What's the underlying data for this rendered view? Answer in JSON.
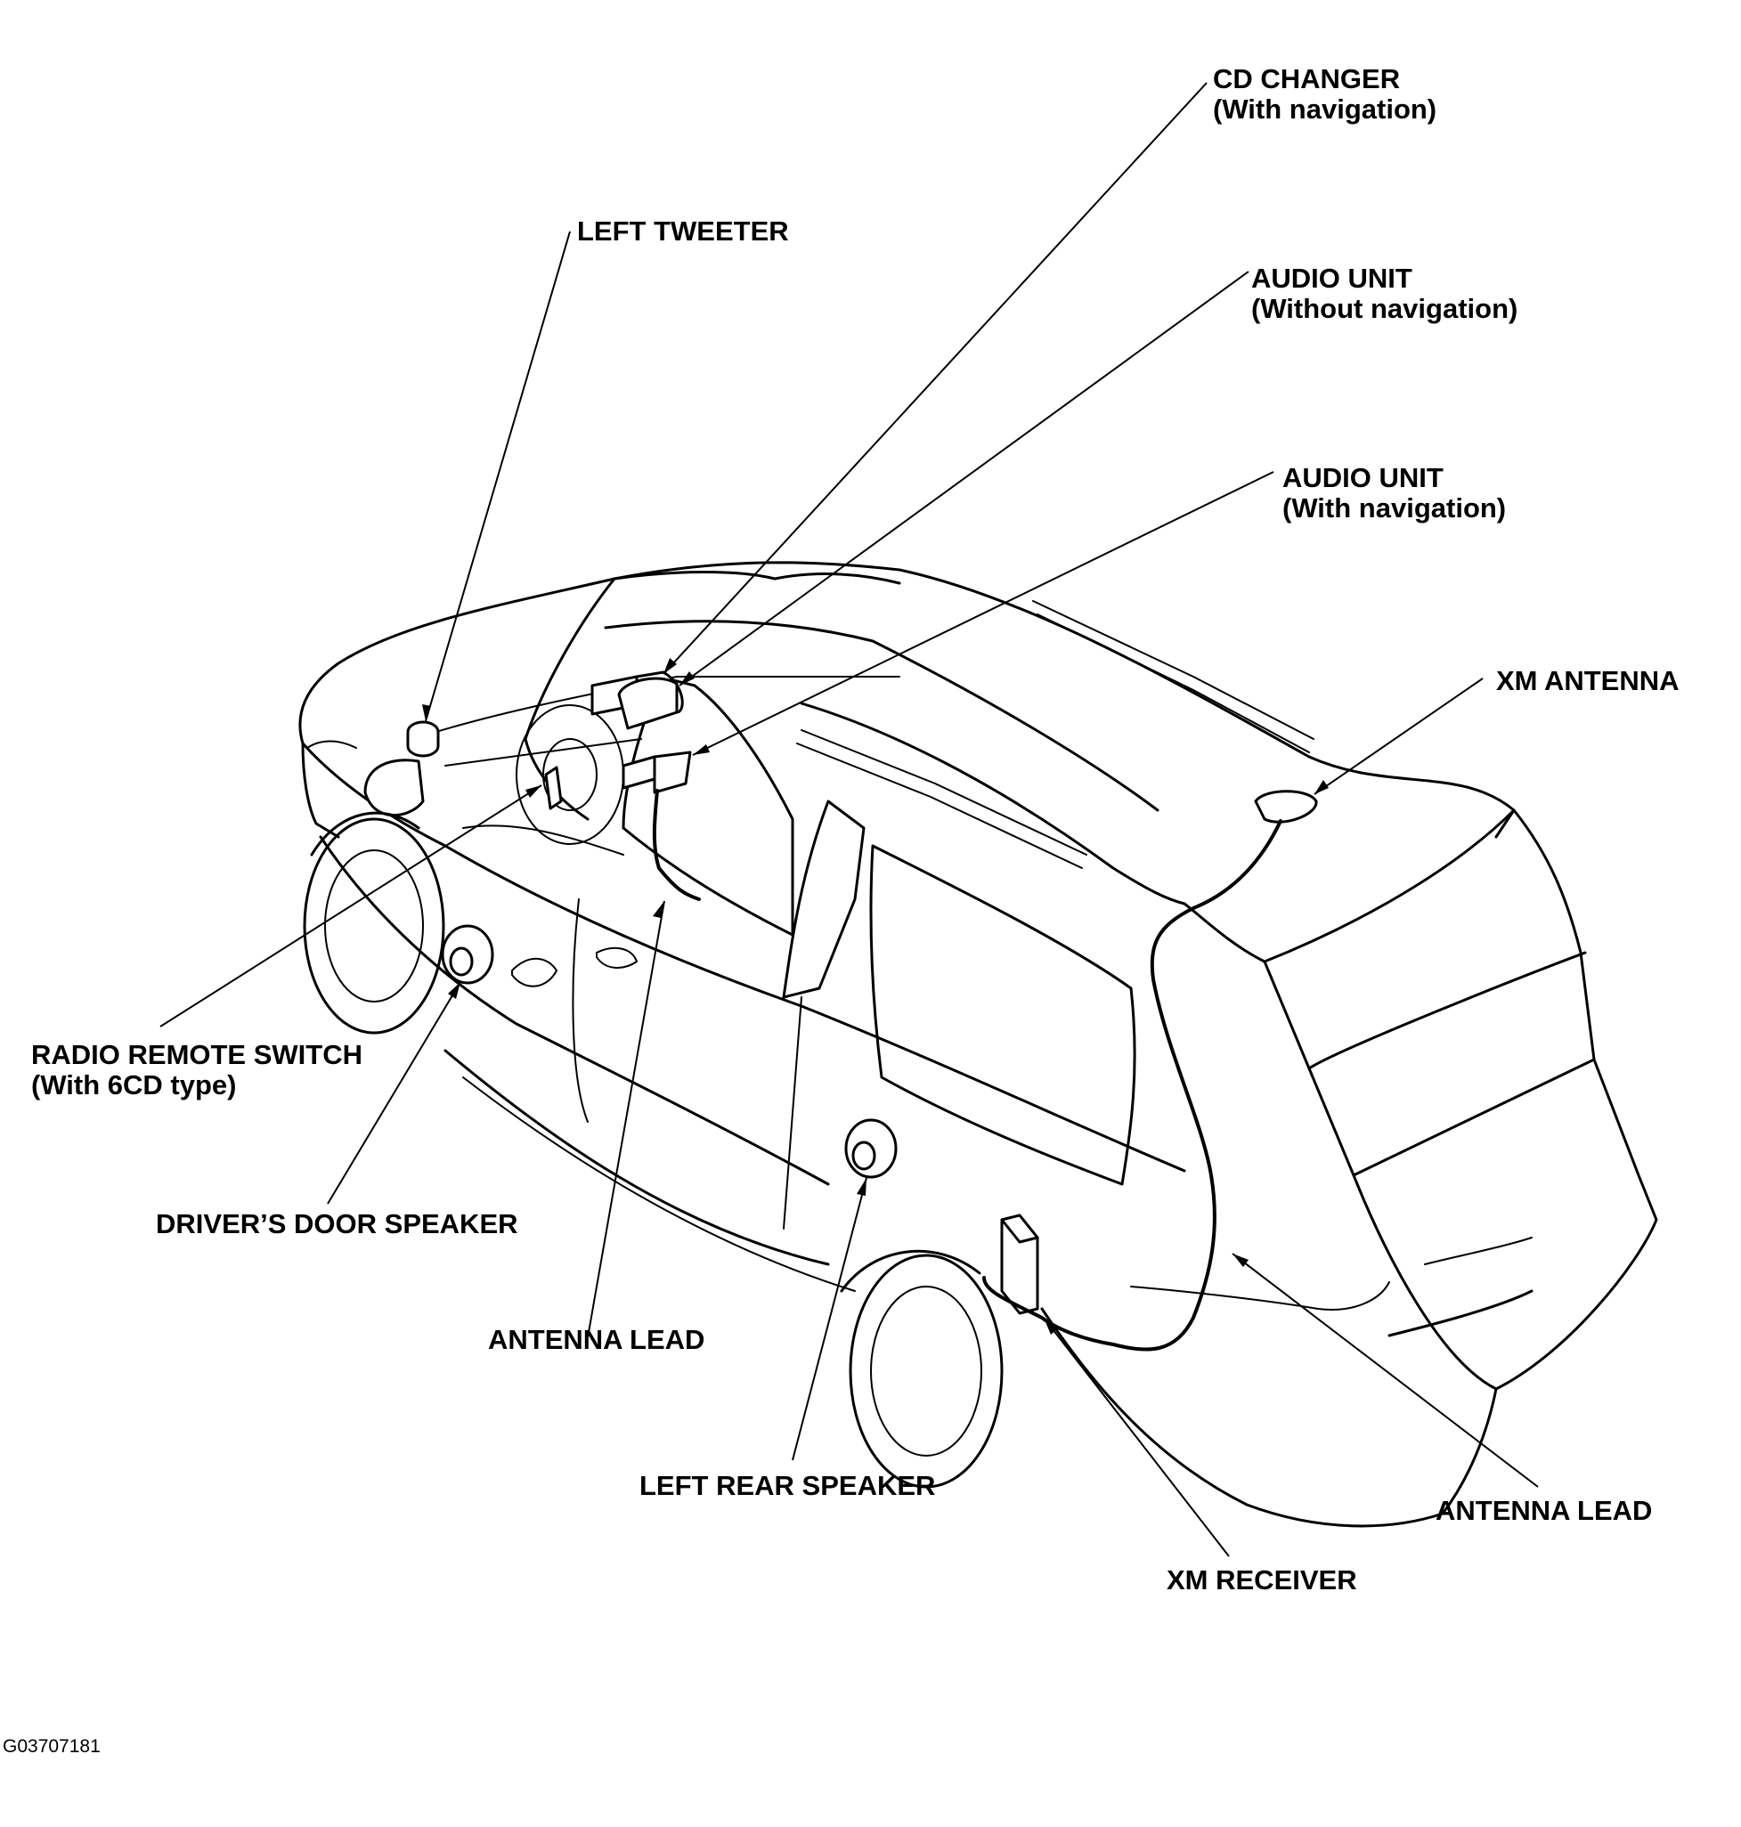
{
  "labels": {
    "cd_changer": "CD CHANGER",
    "cd_changer_note": "(With navigation)",
    "left_tweeter": "LEFT TWEETER",
    "audio_unit_without": "AUDIO UNIT",
    "audio_unit_without_note": "(Without navigation)",
    "audio_unit_with": "AUDIO UNIT",
    "audio_unit_with_note": "(With navigation)",
    "xm_antenna": "XM ANTENNA",
    "radio_remote_switch": "RADIO REMOTE SWITCH",
    "radio_remote_switch_note": "(With 6CD type)",
    "drivers_door_speaker": "DRIVER’S DOOR SPEAKER",
    "antenna_lead_front": "ANTENNA LEAD",
    "left_rear_speaker": "LEFT REAR SPEAKER",
    "xm_receiver": "XM RECEIVER",
    "antenna_lead_rear": "ANTENNA LEAD"
  },
  "figure_code": "G03707181"
}
